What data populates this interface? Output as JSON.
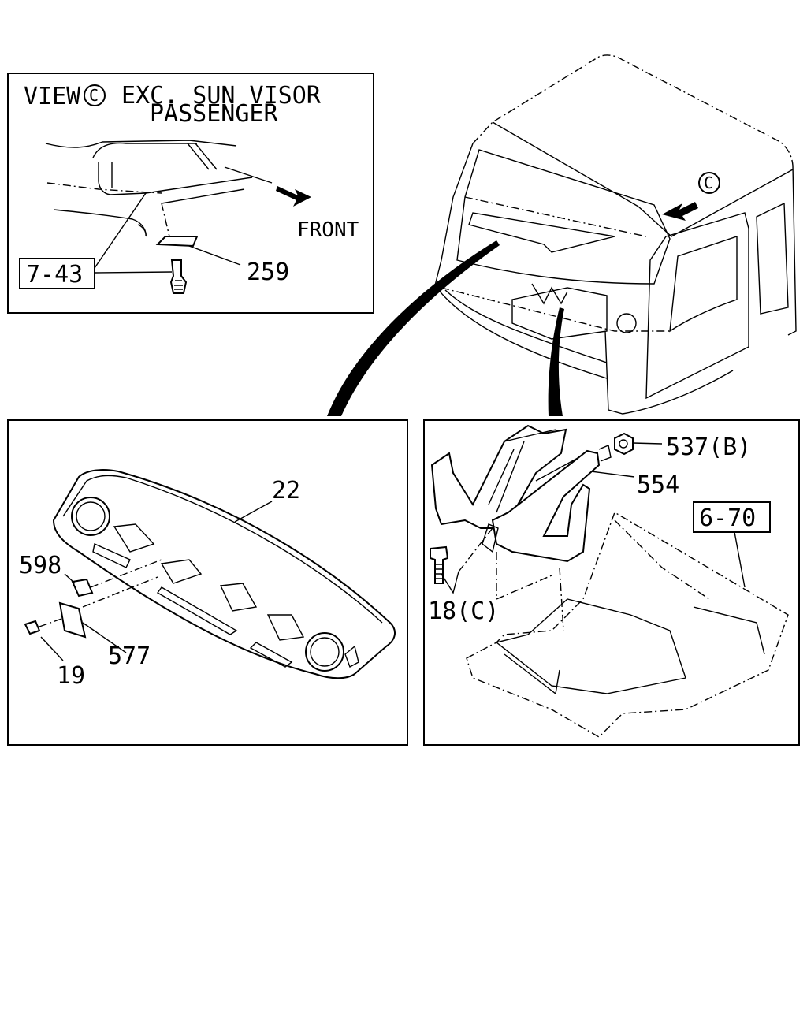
{
  "inset_view": {
    "view_word": "VIEW",
    "view_letter": "C",
    "title_line1": "EXC. SUN VISOR",
    "title_line2": "PASSENGER",
    "front_label": "FRONT",
    "ref_box": "7-43",
    "part_bolt": "259"
  },
  "cab": {
    "view_marker": "C"
  },
  "panel_left": {
    "part_panel": "22",
    "part_598": "598",
    "part_577": "577",
    "part_19": "19"
  },
  "panel_right": {
    "part_537": "537(B)",
    "part_554": "554",
    "ref_box": "6-70",
    "part_18": "18(C)"
  }
}
